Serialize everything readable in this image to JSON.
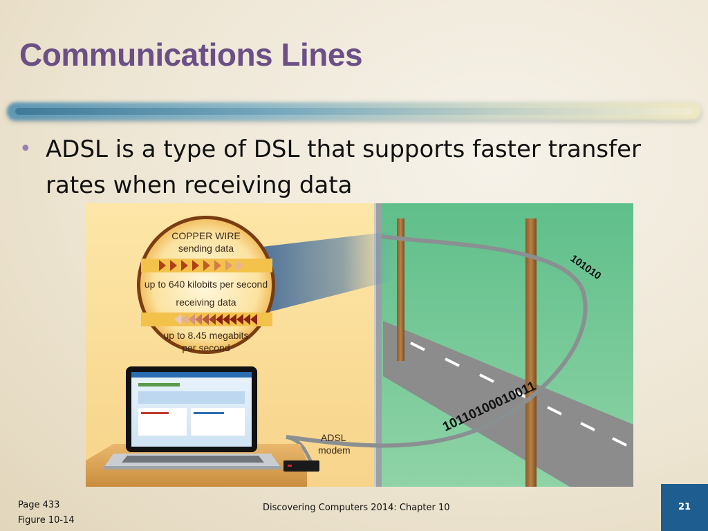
{
  "slide": {
    "title": "Communications Lines",
    "bullet": "ADSL is a type of DSL that supports faster transfer rates when receiving data",
    "footer_page": "Page 433",
    "footer_figure": "Figure 10-14",
    "footer_center": "Discovering Computers 2014: Chapter 10",
    "page_number": "21"
  },
  "figure": {
    "callout_title": "COPPER WIRE",
    "sending_label": "sending data",
    "sending_rate": "up to 640 kilobits per second",
    "receiving_label": "receiving data",
    "receiving_rate_line1": "up to 8.45 megabits",
    "receiving_rate_line2": "per second",
    "modem_label_line1": "ADSL",
    "modem_label_line2": "modem",
    "bits_upper": "101010",
    "bits_lower": "10110100010011"
  },
  "colors": {
    "title": "#6b4f86",
    "bullet_dot": "#9a7fb3",
    "page_box": "#1e5d8f"
  }
}
